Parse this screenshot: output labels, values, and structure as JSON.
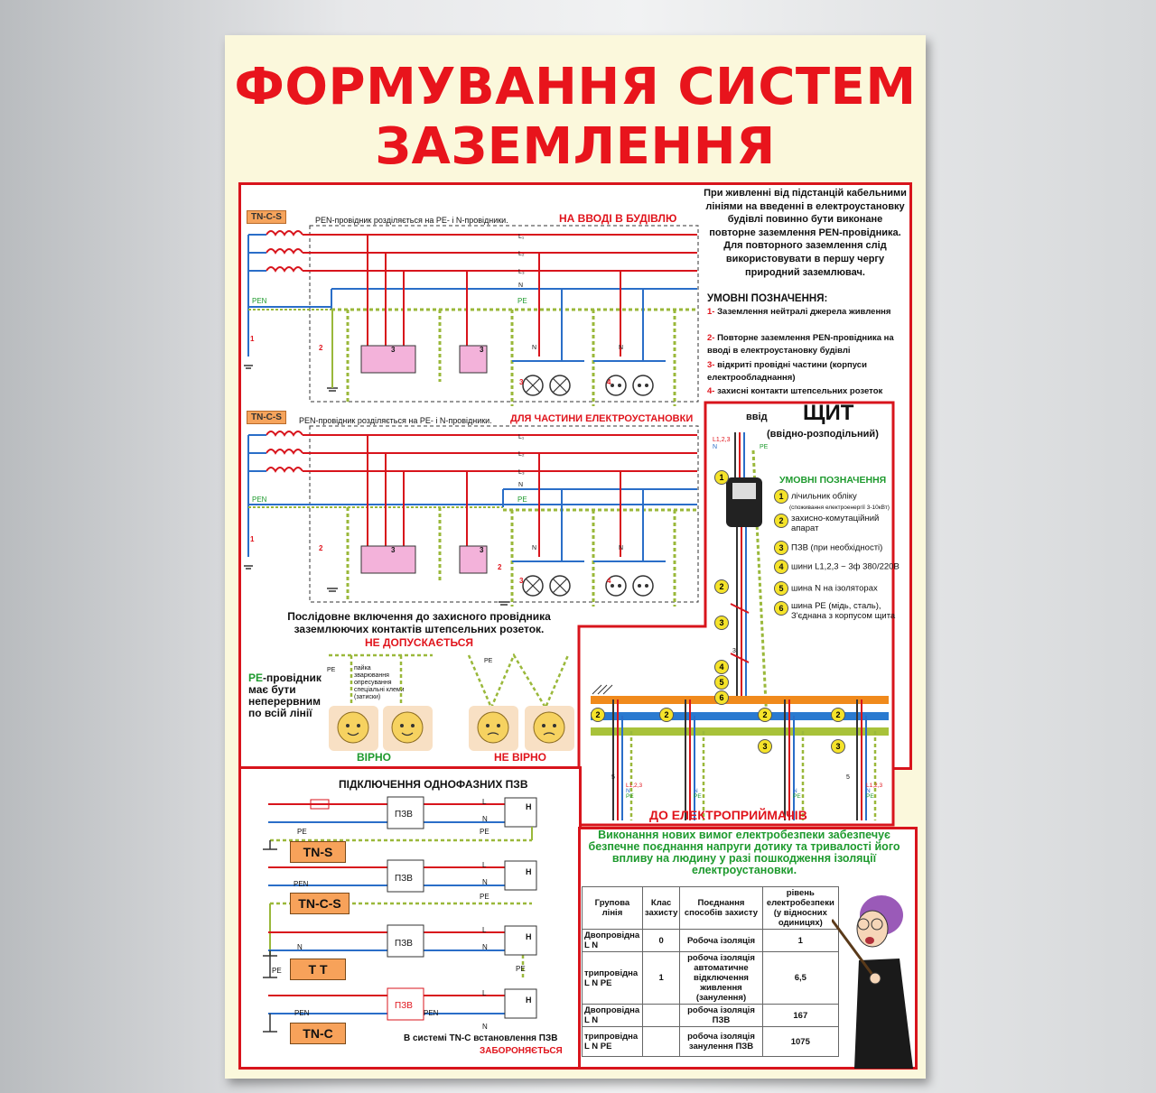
{
  "poster": {
    "title_line1": "ФОРМУВАННЯ СИСТЕМ",
    "title_line2": "ЗАЗЕМЛЕННЯ"
  },
  "diagram1": {
    "tag": "TN-C-S",
    "caption": "PEN-провідник розділяється на PE- і N-провідники.",
    "heading": "НА ВВОДІ В БУДІВЛЮ",
    "wires": [
      "L₁",
      "L₂",
      "L₃",
      "N",
      "PE"
    ],
    "pen": "PEN",
    "n1": "1",
    "n2": "2",
    "n3a": "3",
    "n3b": "3",
    "n3c": "3",
    "n4": "4",
    "nN1": "N",
    "nN2": "N"
  },
  "diagram2": {
    "tag": "TN-C-S",
    "caption": "PEN-провідник розділяється на PE- і N-провідники.",
    "heading": "ДЛЯ ЧАСТИНИ ЕЛЕКТРОУСТАНОВКИ",
    "wires": [
      "L₁",
      "L₂",
      "L₃",
      "N",
      "PE"
    ],
    "pen": "PEN",
    "n1": "1",
    "n2a": "2",
    "n2b": "2",
    "n3a": "3",
    "n3b": "3",
    "n3c": "3",
    "n4": "4",
    "nN1": "N",
    "nN2": "N"
  },
  "info": {
    "paragraph": "При живленні від підстанцій кабельними лініями на введенні в електроустановку будівлі повинно бути виконане повторне заземлення PEN-провідника. Для повторного заземлення слід використовувати в першу чергу природний заземлювач.",
    "legend_title": "УМОВНІ ПОЗНАЧЕННЯ:",
    "legend": [
      {
        "num": "1-",
        "text": "Заземлення нейтралі джерела живлення"
      },
      {
        "num": "2-",
        "text": "Повторне заземлення PEN-провідника на вводі в електроустановку будівлі"
      },
      {
        "num": "3-",
        "text": "відкриті провідні частини (корпуси електрообладнання)"
      },
      {
        "num": "4-",
        "text": "захисні контакти штепсельних розеток"
      }
    ]
  },
  "shield": {
    "title": "ЩИТ",
    "subtitle": "(ввідно-розподільний)",
    "input": "ввід",
    "l123": "L1,2,3",
    "n": "N",
    "pe": "PE",
    "legend_title": "УМОВНІ ПОЗНАЧЕННЯ",
    "legend": [
      {
        "num": "1",
        "text": "лічильник обліку",
        "sub": "(споживання електроенергії 3-10кВт)"
      },
      {
        "num": "2",
        "text": "захисно-комутаційний апарат",
        "sub": ""
      },
      {
        "num": "3",
        "text": "ПЗВ (при необхідності)",
        "sub": ""
      },
      {
        "num": "4",
        "text": "шини L1,2,3 ~ 3ф 380/220В",
        "sub": ""
      },
      {
        "num": "5",
        "text": "шина N на ізоляторах",
        "sub": ""
      },
      {
        "num": "6",
        "text": "шина PE (мідь, сталь), З'єднана з корпусом щита",
        "sub": ""
      }
    ],
    "bottom_label": "ДО ЕЛЕКТРОПРИЙМАЧІВ",
    "bus_numbers": [
      "4",
      "5",
      "6"
    ],
    "circle1": "1",
    "circle2": "2",
    "circle3": "3",
    "outlet_labels": [
      "L1,2,3",
      "N",
      "PE"
    ],
    "small3": "3",
    "small5": "5"
  },
  "sockets": {
    "text_line1": "Послідовне включення до захисного провідника",
    "text_line2": "заземлюючих контактів штепсельних розеток.",
    "warning": "НЕ ДОПУСКАЄТЬСЯ",
    "pe_prefix": "PE",
    "pe_rest": "-провідник має бути неперервним по всій лінії",
    "methods": [
      "пайка",
      "зварювання",
      "опресування",
      "спеціальні клеми (затиски)"
    ],
    "pe_label": "PE",
    "correct": "ВІРНО",
    "wrong": "НЕ ВІРНО"
  },
  "rcd": {
    "title": "ПІДКЛЮЧЕННЯ ОДНОФАЗНИХ ПЗВ",
    "systems": [
      "TN-S",
      "TN-C-S",
      "T T",
      "TN-C"
    ],
    "device": "ПЗВ",
    "load": "Н",
    "l": "L",
    "n": "N",
    "pe": "PE",
    "pen": "PEN",
    "note1": "В системі TN-C встановлення ПЗВ",
    "note2": "ЗАБОРОНЯЄТЬСЯ"
  },
  "safety": {
    "text": "Виконання нових вимог електробезпеки забезпечує безпечне поєднання напруги дотику та тривалості його впливу на людину у разі пошкодження ізоляції електроустановки.",
    "headers": [
      "Групова лінія",
      "Клас захисту",
      "Поєднання способів захисту",
      "рівень електробезпеки (у відносних одиницях)"
    ],
    "rows": [
      [
        "Двопровідна L N",
        "0",
        "Робоча ізоляція",
        "1"
      ],
      [
        "трипровідна L N PE",
        "1",
        "робоча ізоляція автоматичне відключення живлення (занулення)",
        "6,5"
      ],
      [
        "Двопровідна L N",
        "",
        "робоча ізоляція ПЗВ",
        "167"
      ],
      [
        "трипровідна L N PE",
        "",
        "робоча ізоляція занулення ПЗВ",
        "1075"
      ]
    ]
  }
}
